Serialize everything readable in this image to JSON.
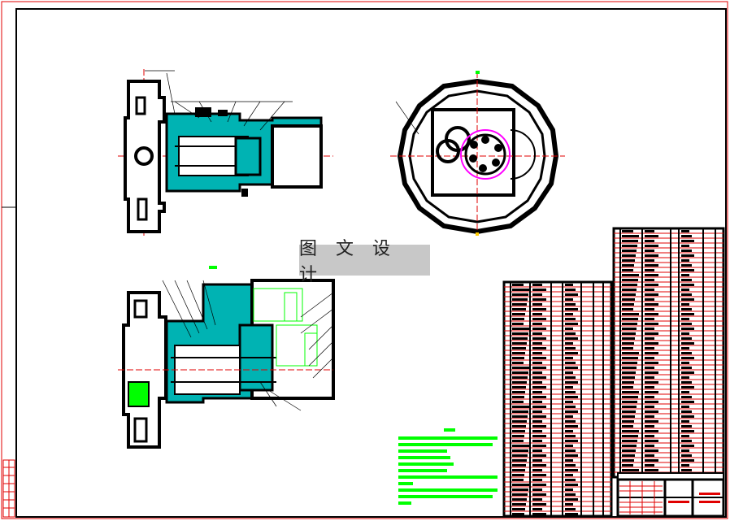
{
  "watermark": {
    "text": "图 文 设 计"
  },
  "colors": {
    "frame": "#e00000",
    "outline": "#000000",
    "section_fill": "#00b3b3",
    "notes": "#00ff00",
    "centerline": "#e00000",
    "gear_circle": "#ff00ff",
    "background": "#ffffff"
  },
  "views": [
    {
      "id": "top-left",
      "kind": "sectional-view"
    },
    {
      "id": "top-right",
      "kind": "end-view"
    },
    {
      "id": "bottom-left",
      "kind": "sectional-view"
    }
  ],
  "notes_block": {
    "line_count": 11
  },
  "parts_list": {
    "columns": 8,
    "rows": 80
  },
  "title_block": {}
}
